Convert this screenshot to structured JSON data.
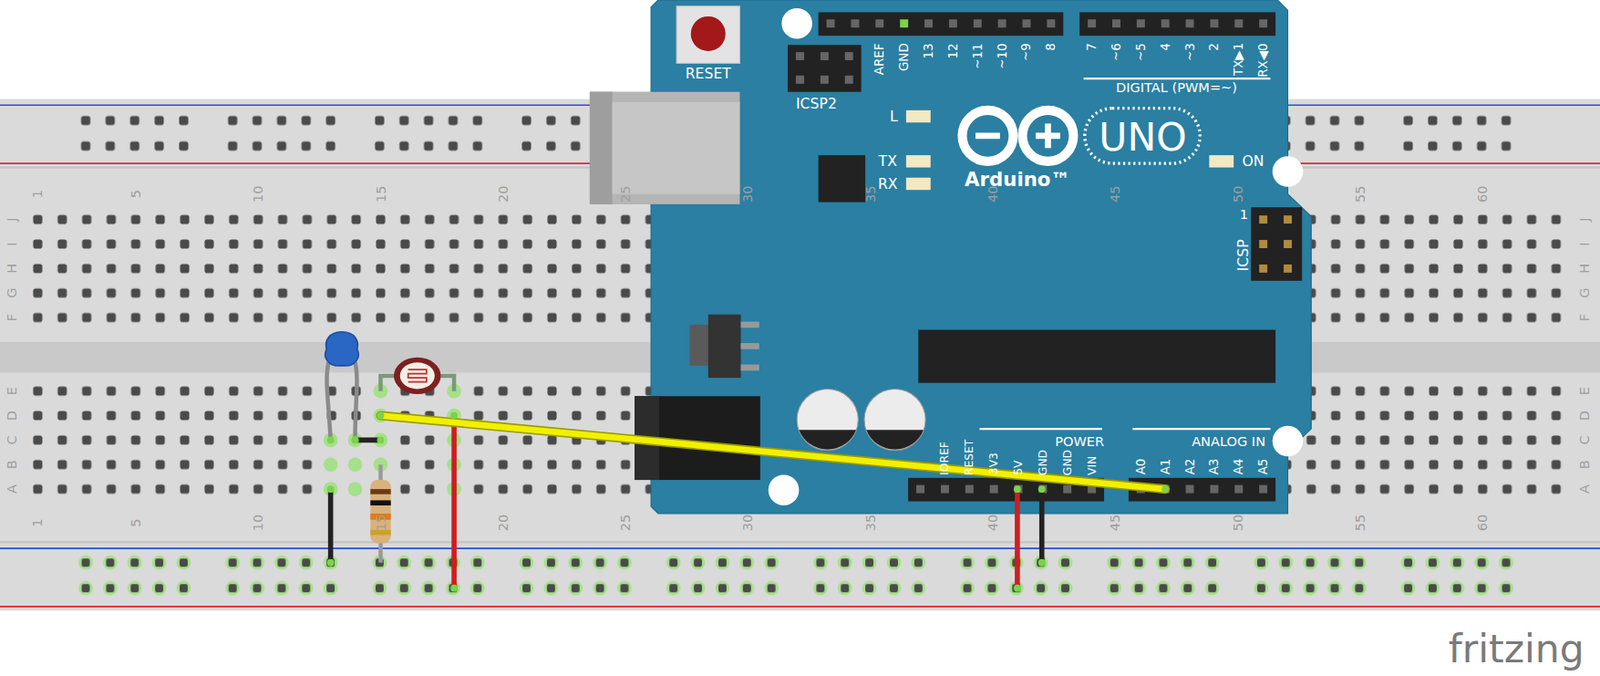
{
  "diagram": {
    "labels": [
      "AREF",
      "GND",
      "13",
      "12",
      "~11",
      "~10",
      "~9",
      "8",
      "7",
      "~6",
      "~5",
      "4",
      "~3",
      "2",
      "TX▶1",
      "RX◀0",
      "RESET",
      "ICSP2",
      "DIGITAL (PWM=~)",
      "L",
      "TX",
      "RX",
      "UNO",
      "Arduino™",
      "ON",
      "1",
      "ICSP",
      "1",
      "5",
      "10",
      "15",
      "20",
      "25",
      "30",
      "35",
      "40",
      "45",
      "50",
      "55",
      "60",
      "J",
      "I",
      "H",
      "G",
      "F",
      "E",
      "D",
      "C",
      "B",
      "A",
      "J",
      "I",
      "H",
      "G",
      "F",
      "E",
      "D",
      "C",
      "B",
      "A",
      "POWER",
      "ANALOG IN",
      "IOREF",
      "RESET",
      "3V3",
      "5V",
      "GND",
      "GND",
      "VIN",
      "A0",
      "A1",
      "A2",
      "A3",
      "A4",
      "A5",
      "1",
      "5",
      "10",
      "15",
      "20",
      "25",
      "30",
      "35",
      "40",
      "45",
      "50",
      "55",
      "60",
      "fritzing"
    ]
  }
}
